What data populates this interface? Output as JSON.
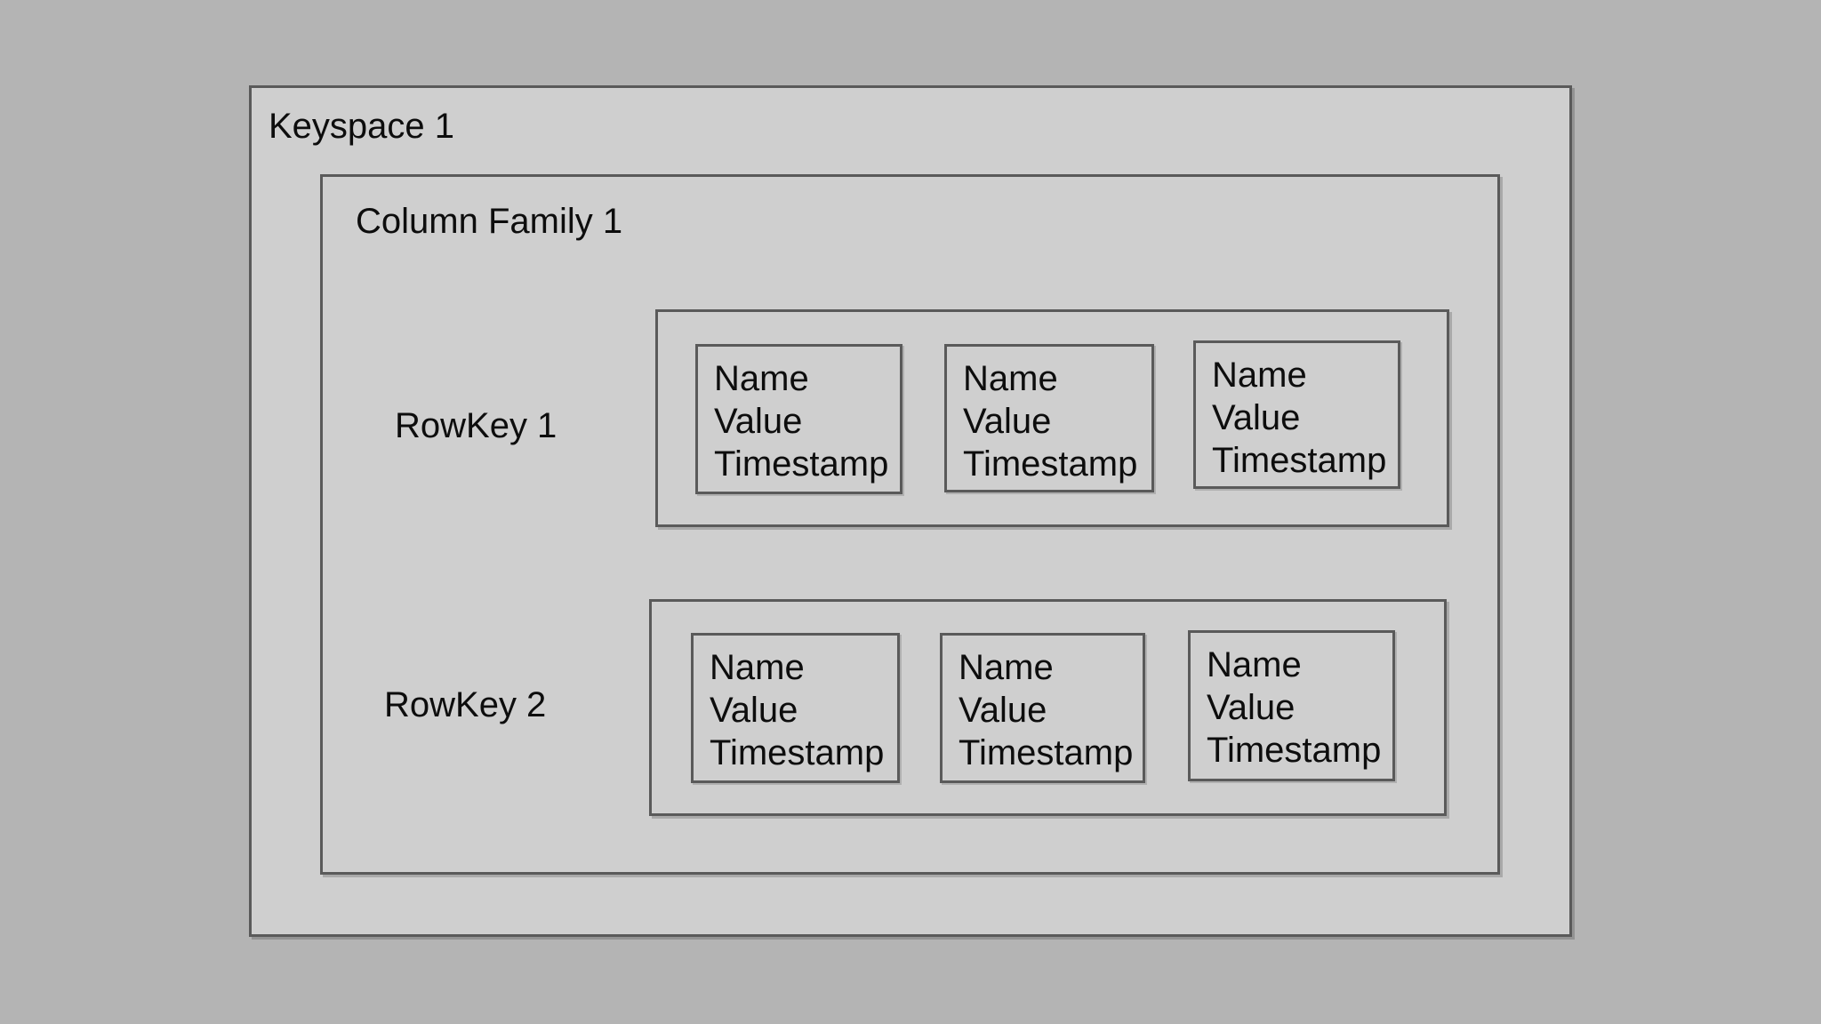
{
  "colors": {
    "background": "#b4b4b4",
    "surface": "#cfcfcf",
    "border": "#5a5a5a",
    "text": "#0d0d0d"
  },
  "diagram": {
    "keyspace": {
      "label": "Keyspace 1"
    },
    "column_family": {
      "label": "Column Family 1",
      "rows": [
        {
          "label": "RowKey 1",
          "columns": [
            {
              "name": "Name",
              "value": "Value",
              "timestamp": "Timestamp"
            },
            {
              "name": "Name",
              "value": "Value",
              "timestamp": "Timestamp"
            },
            {
              "name": "Name",
              "value": "Value",
              "timestamp": "Timestamp"
            }
          ]
        },
        {
          "label": "RowKey 2",
          "columns": [
            {
              "name": "Name",
              "value": "Value",
              "timestamp": "Timestamp"
            },
            {
              "name": "Name",
              "value": "Value",
              "timestamp": "Timestamp"
            },
            {
              "name": "Name",
              "value": "Value",
              "timestamp": "Timestamp"
            }
          ]
        }
      ]
    }
  }
}
